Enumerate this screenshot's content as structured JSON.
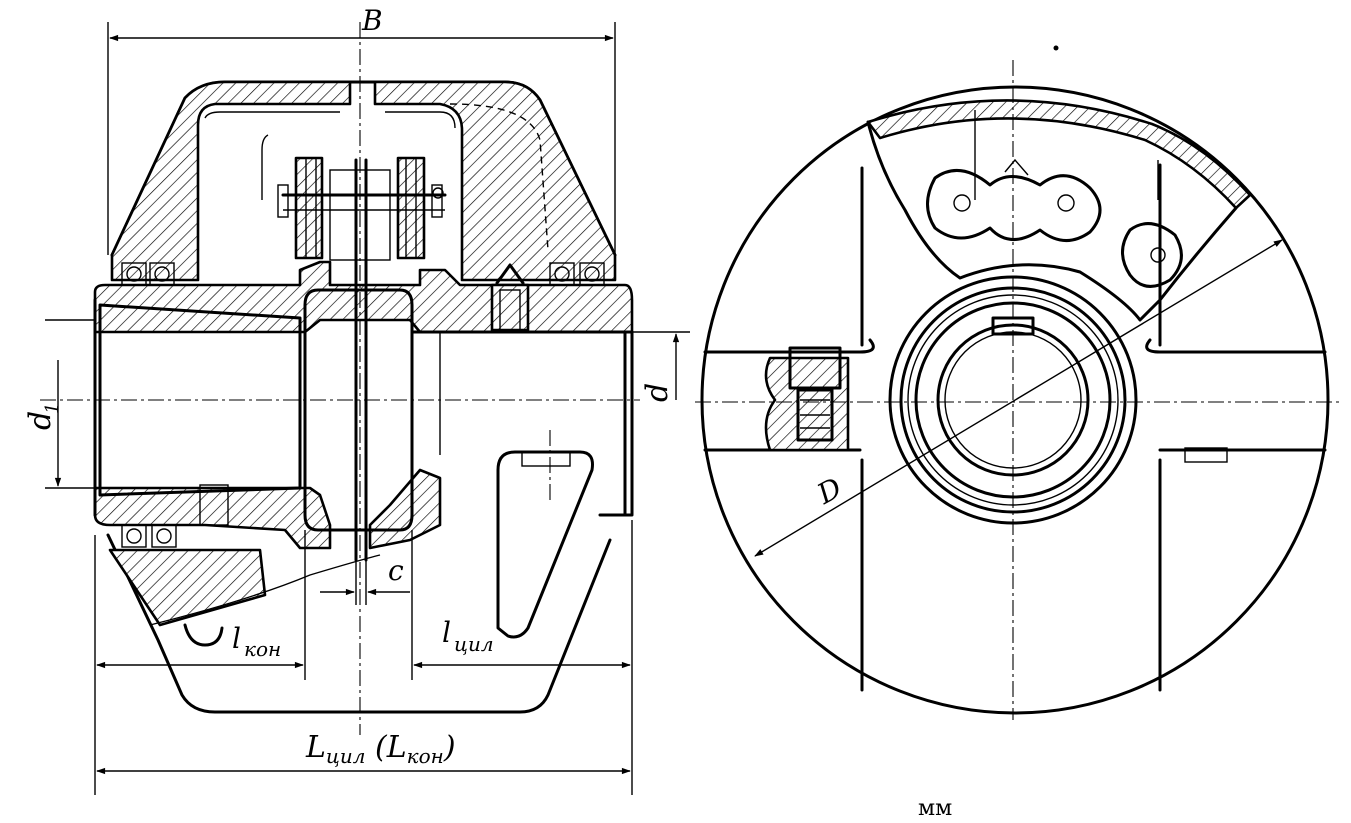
{
  "labels": {
    "B": "B",
    "d1": "d",
    "d1_sub": "1",
    "d": "d",
    "D": "D",
    "c": "c",
    "l": "l",
    "l_kon_sub": "кон",
    "l_cil_sub": "цил",
    "L_total": "L",
    "L_cil_sub": "цил",
    "L_open": " (L",
    "L_kon_sub": "кон",
    "L_close": ")",
    "unit": "мм"
  }
}
